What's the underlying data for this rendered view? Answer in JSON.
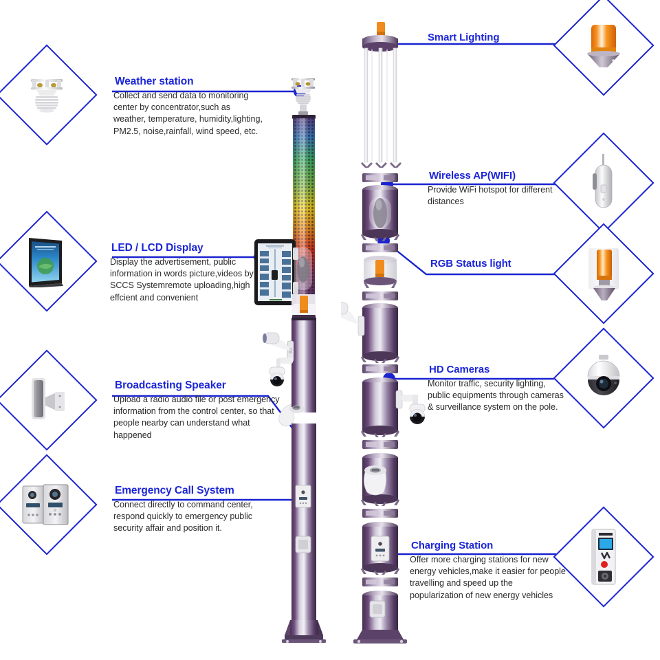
{
  "page": {
    "title": "Smart Pole Features Diagram",
    "accent_blue": "#1a23d0",
    "title_blue": "#1c26d6",
    "body_gray": "#2b2b2b",
    "background": "#ffffff",
    "pole_purple": "#6b4a7a",
    "light_orange": "#f08a19"
  },
  "callouts": {
    "left": [
      {
        "id": "weather-station",
        "title": "Weather station",
        "body": "Collect and send data to monitoring center by concentrator,such as weather, temperature, humidity,lighting, PM2.5, noise,rainfall, wind speed, etc.",
        "icon": "weather-station-icon"
      },
      {
        "id": "led-lcd-display",
        "title": "LED / LCD Display",
        "body": "Display the advertisement, public information in  words picture,videos by SCCS Systemremote uploading,high effcient and convenient",
        "icon": "lcd-display-icon"
      },
      {
        "id": "broadcasting-speaker",
        "title": "Broadcasting Speaker",
        "body": "Upload a radio audio file or post emergency information from the control center, so that people nearby can understand what happened",
        "icon": "speaker-icon"
      },
      {
        "id": "emergency-call-system",
        "title": "Emergency Call System",
        "body": "Connect directly to command center, respond quickly to emergency public security affair and position it.",
        "icon": "intercom-icon"
      }
    ],
    "right": [
      {
        "id": "smart-lighting",
        "title": "Smart Lighting",
        "body": "",
        "icon": "beacon-light-icon"
      },
      {
        "id": "wireless-ap-wifi",
        "title": "Wireless AP(WIFI)",
        "body": "Provide WiFi hotspot for different distances",
        "icon": "wifi-ap-icon"
      },
      {
        "id": "rgb-status-light",
        "title": "RGB Status light",
        "body": "",
        "icon": "rgb-status-light-icon"
      },
      {
        "id": "hd-cameras",
        "title": "HD Cameras",
        "body": "Monitor traffic, security lighting, public equipments through cameras & surveillance system on the pole.",
        "icon": "ptz-camera-icon"
      },
      {
        "id": "charging-station",
        "title": "Charging Station",
        "body": "Offer more charging stations for new energy vehicles,make it easier for people travelling and speed up the popularization of new energy vehicles",
        "icon": "ev-charger-icon"
      }
    ]
  },
  "poles": {
    "assembled": {
      "name": "assembled-smart-pole"
    },
    "exploded": {
      "name": "exploded-smart-pole"
    }
  }
}
